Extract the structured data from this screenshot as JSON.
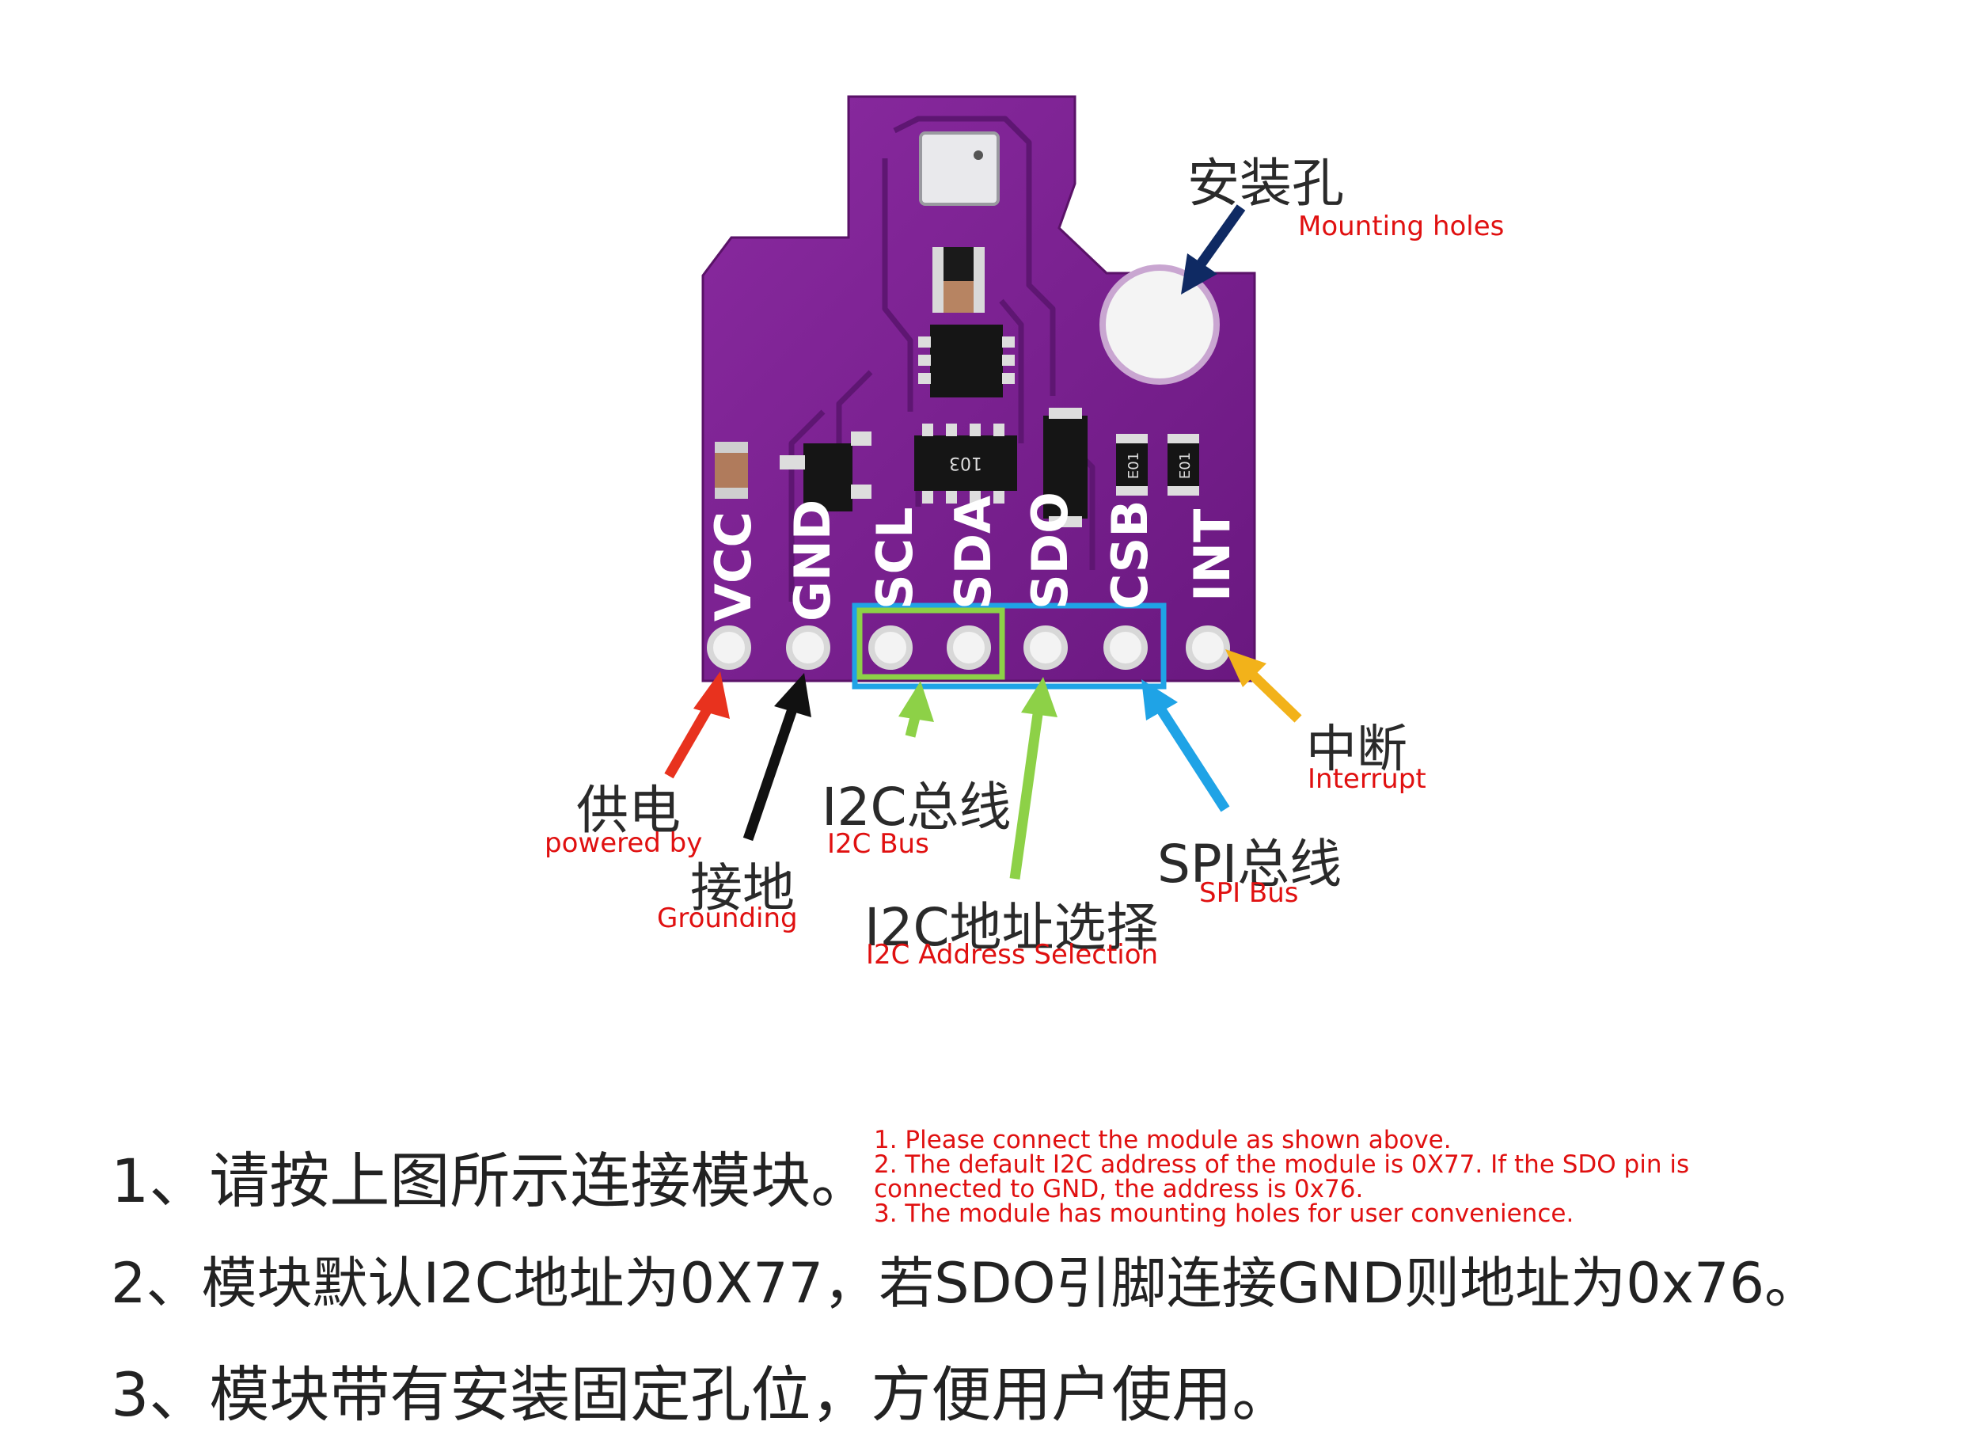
{
  "pins": [
    "VCC",
    "GND",
    "SCL",
    "SDA",
    "SDO",
    "CSB",
    "INT"
  ],
  "chip_marks": [
    "103",
    "E01",
    "E01"
  ],
  "labels": {
    "mounting_zh": "安装孔",
    "mounting_en": "Mounting holes",
    "interrupt_zh": "中断",
    "interrupt_en": "Interrupt",
    "power_zh": "供电",
    "power_en": "powered by",
    "ground_zh": "接地",
    "ground_en": "Grounding",
    "i2c_bus_zh": "I2C总线",
    "i2c_bus_en": "I2C Bus",
    "spi_bus_zh": "SPI总线",
    "spi_bus_en": "SPI Bus",
    "i2c_addr_zh": "I2C地址选择",
    "i2c_addr_en": "I2C Address Selection"
  },
  "notes_zh": [
    "1、请按上图所示连接模块。",
    "2、模块默认I2C地址为0X77，若SDO引脚连接GND则地址为0x76。",
    "3、模块带有安装固定孔位，方便用户使用。"
  ],
  "notes_en": [
    "1. Please connect the module as shown above.",
    "2. The default I2C address of the module is 0X77. If the SDO pin is",
    "connected to GND, the address is 0x76.",
    "3. The module has mounting holes for user convenience."
  ],
  "colors": {
    "board": "#7a1f8f",
    "arrow_power": "#e8321e",
    "arrow_ground": "#111111",
    "arrow_i2c": "#8dd147",
    "arrow_spi": "#1fa3e6",
    "arrow_interrupt": "#f2b21a",
    "arrow_mounting": "#0f2a63",
    "box_spi": "#1fa3e6",
    "box_i2c": "#8dd147"
  }
}
